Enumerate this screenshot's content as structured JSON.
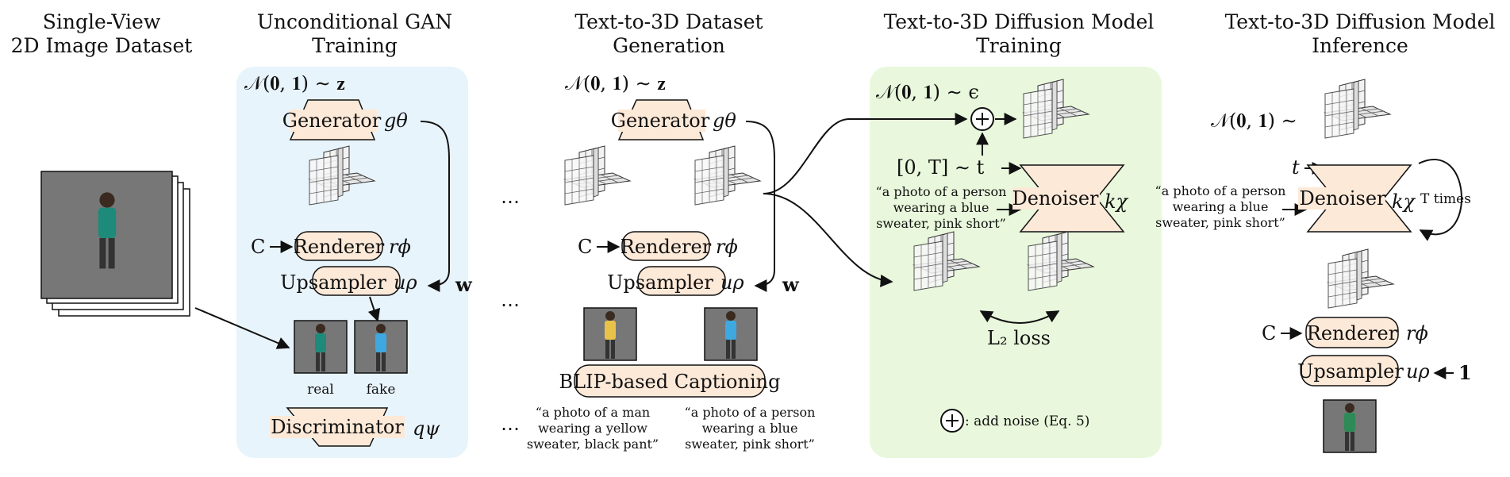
{
  "columns": {
    "dataset_title": [
      "Single-View",
      "2D Image Dataset"
    ],
    "gan_title": [
      "Unconditional GAN",
      "Training"
    ],
    "gen_title": [
      "Text-to-3D Dataset",
      "Generation"
    ],
    "diff_train_title": [
      "Text-to-3D Diffusion Model",
      "Training"
    ],
    "diff_inf_title": [
      "Text-to-3D Diffusion Model",
      "Inference"
    ]
  },
  "gan": {
    "noise": "𝒩(𝟎, 𝟏) ∼ 𝐳",
    "generator": "Generator",
    "generator_sym": "gθ",
    "cam": "C",
    "renderer": "Renderer",
    "renderer_sym": "rϕ",
    "upsampler": "Upsampler",
    "upsampler_sym": "uρ",
    "w": "w",
    "real": "real",
    "fake": "fake",
    "discriminator": "Discriminator",
    "discriminator_sym": "qψ"
  },
  "gen": {
    "noise": "𝒩(𝟎, 𝟏) ∼ 𝐳",
    "generator": "Generator",
    "generator_sym": "gθ",
    "cam": "C",
    "renderer": "Renderer",
    "renderer_sym": "rϕ",
    "upsampler": "Upsampler",
    "upsampler_sym": "uρ",
    "w": "w",
    "captioning": "BLIP-based Captioning",
    "caption1": [
      "“a photo of a man",
      "wearing a yellow",
      "sweater, black pant”"
    ],
    "caption2": [
      "“a photo of a person",
      "wearing a blue",
      "sweater, pink short”"
    ],
    "ellipsis": "⋯"
  },
  "train": {
    "noise": "𝒩(𝟎, 𝟏) ∼ ϵ",
    "time": "[0, T] ∼ t",
    "prompt": [
      "“a photo of a person",
      "wearing a blue",
      "sweater, pink short”"
    ],
    "denoiser": "Denoiser",
    "denoiser_sym": "kχ",
    "loss": "L₂ loss",
    "legend": ": add noise (Eq. 5)"
  },
  "inference": {
    "noise": "𝒩(𝟎, 𝟏) ∼",
    "t": "t",
    "prompt": [
      "“a photo of a person",
      "wearing a blue",
      "sweater, pink short”"
    ],
    "denoiser": "Denoiser",
    "denoiser_sym": "kχ",
    "times": "T times",
    "cam": "C",
    "renderer": "Renderer",
    "renderer_sym": "rϕ",
    "upsampler": "Upsampler",
    "upsampler_sym": "uρ",
    "one": "1"
  },
  "colors": {
    "blue_panel": "#e8f4fc",
    "green_panel": "#e9f8dc",
    "module": "#fde9d8",
    "photo_bg": "#777777"
  }
}
